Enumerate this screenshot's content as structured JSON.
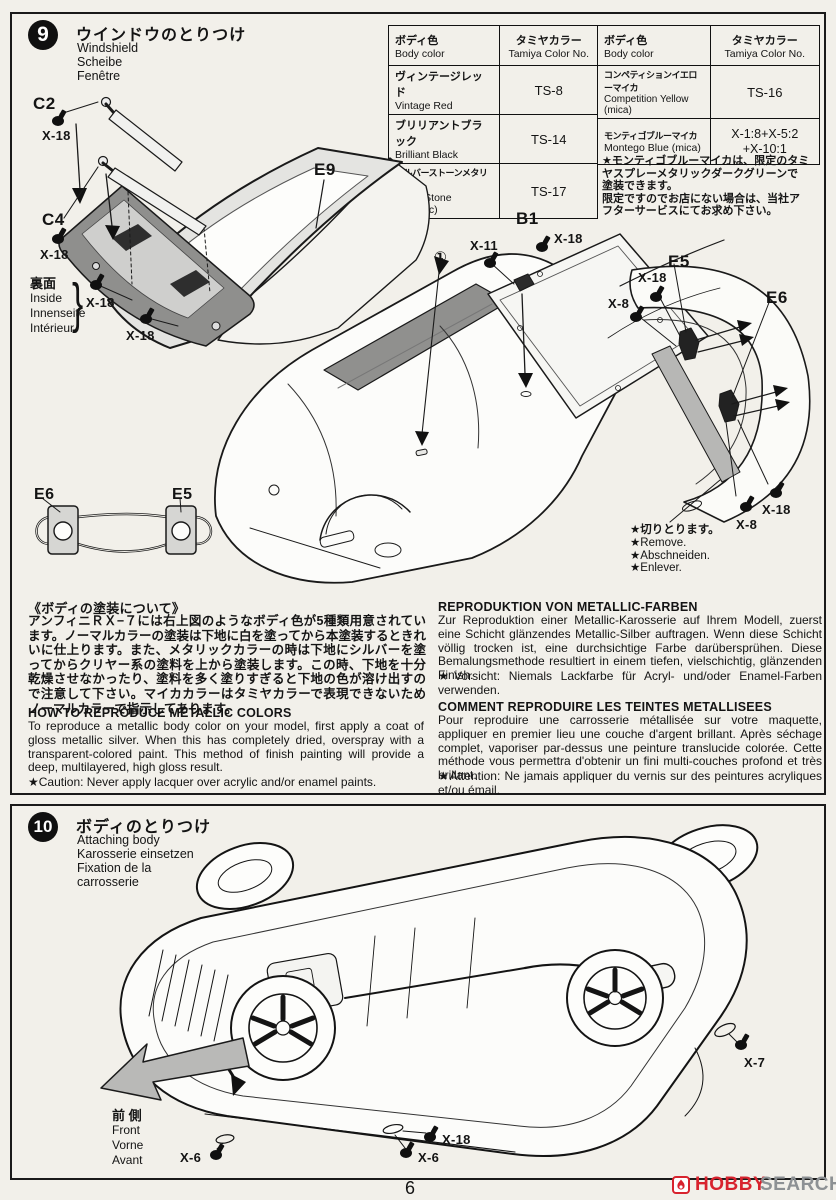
{
  "step9": {
    "badge": "9",
    "title_ja": "ウインドウのとりつけ",
    "subtitle_en": "Windshield",
    "subtitle_de": "Scheibe",
    "subtitle_fr": "Fenêtre"
  },
  "step10": {
    "badge": "10",
    "title_ja": "ボディのとりつけ",
    "subtitle_en": "Attaching body",
    "subtitle_de": "Karosserie einsetzen",
    "subtitle_fr": "Fixation de la carrosserie"
  },
  "color_tables": {
    "header": {
      "color_ja": "ボディ色",
      "color_en": "Body color",
      "no_ja": "タミヤカラー",
      "no_en": "Tamiya Color No."
    },
    "left_rows": [
      {
        "name_ja": "ヴィンテージレッド",
        "name_en": "Vintage Red",
        "code": "TS-8"
      },
      {
        "name_ja": "ブリリアントブラック",
        "name_en": "Brilliant Black",
        "code": "TS-14"
      },
      {
        "name_ja": "シルバーストーンメタリック",
        "name_en": "Silver Stone (metallic)",
        "code": "TS-17"
      }
    ],
    "right_rows": [
      {
        "name_ja": "コンペティションイエローマイカ",
        "name_en": "Competition Yellow (mica)",
        "code": "TS-16"
      },
      {
        "name_ja": "モンティゴブルーマイカ",
        "name_en": "Montego Blue (mica)",
        "code": "X-1:8+X-5:2\n+X-10:1"
      }
    ],
    "note": "★モンティゴブルーマイカは、限定のタミ\nヤスプレーメタリックダークグリーンで\n塗装できます。\n限定ですのでお店にない場合は、当社ア\nフターサービスにてお求め下さい。"
  },
  "labels": {
    "c2": "C2",
    "c4": "C4",
    "b1": "B1",
    "e5": "E5",
    "e6": "E6",
    "e9": "E9",
    "x6": "X-6",
    "x7": "X-7",
    "x8": "X-8",
    "x11": "X-11",
    "x18": "X-18",
    "marker1": "①"
  },
  "inside_block": {
    "ja": "裏面",
    "en": "Inside",
    "de": "Innenseite",
    "fr": "Intérieur",
    "brace": "}"
  },
  "remove_block": {
    "ja": "★切りとります。",
    "en": "★Remove.",
    "de": "★Abschneiden.",
    "fr": "★Enlever."
  },
  "front_block": {
    "ja": "前 側",
    "en": "Front",
    "de": "Vorne",
    "fr": "Avant"
  },
  "sections": {
    "ja": {
      "title": "《ボディの塗装について》",
      "body": "アンフィニＲＸ−７には右上図のようなボディ色が5種類用意されています。ノーマルカラーの塗装は下地に白を塗ってから本塗装するときれいに仕上ります。また、メタリックカラーの時は下地にシルバーを塗ってからクリヤー系の塗料を上から塗装します。この時、下地を十分乾燥させなかったり、塗料を多く塗りすぎると下地の色が溶け出すので注意して下さい。マイカカラーはタミヤカラーで表現できないためノーマルカラーで指示してあります。"
    },
    "en": {
      "title": "HOW TO REPRODUCE METALLIC COLORS",
      "body": "To reproduce a metallic body color on your model, first apply a coat of gloss metallic silver. When this has completely dried, overspray with a transparent-colored paint. This method of finish painting will provide a deep, multilayered, high gloss result.",
      "caution": "★Caution: Never apply lacquer over acrylic and/or enamel paints."
    },
    "de": {
      "title": "REPRODUKTION VON METALLIC-FARBEN",
      "body": "Zur Reproduktion einer Metallic-Karosserie auf Ihrem Modell, zuerst eine Schicht glänzendes Metallic-Silber auftragen. Wenn diese Schicht völlig trocken ist, eine durchsichtige Farbe darübersprühen. Diese Bemalungsmethode resultiert in einem tiefen, vielschichtig, glänzenden Finish.",
      "caution": "★Vorsicht: Niemals Lackfarbe für Acryl- und/oder Enamel-Farben verwenden."
    },
    "fr": {
      "title": "COMMENT REPRODUIRE LES TEINTES METALLISEES",
      "body": "Pour reproduire une carrosserie métallisée sur votre maquette, appliquer en premier lieu une couche d'argent brillant. Après séchage complet, vaporiser par-dessus une peinture translucide colorée. Cette méthode vous permettra d'obtenir un fini multi-couches profond et très brillant.",
      "caution": "★Attention: Ne jamais appliquer du vernis sur des peintures acryliques et/ou émail."
    }
  },
  "page": {
    "number": "6"
  },
  "watermark": {
    "word1": "HOBBY",
    "word2": "SEARCH",
    "red": "#d8232e",
    "gray": "#8d9194"
  }
}
